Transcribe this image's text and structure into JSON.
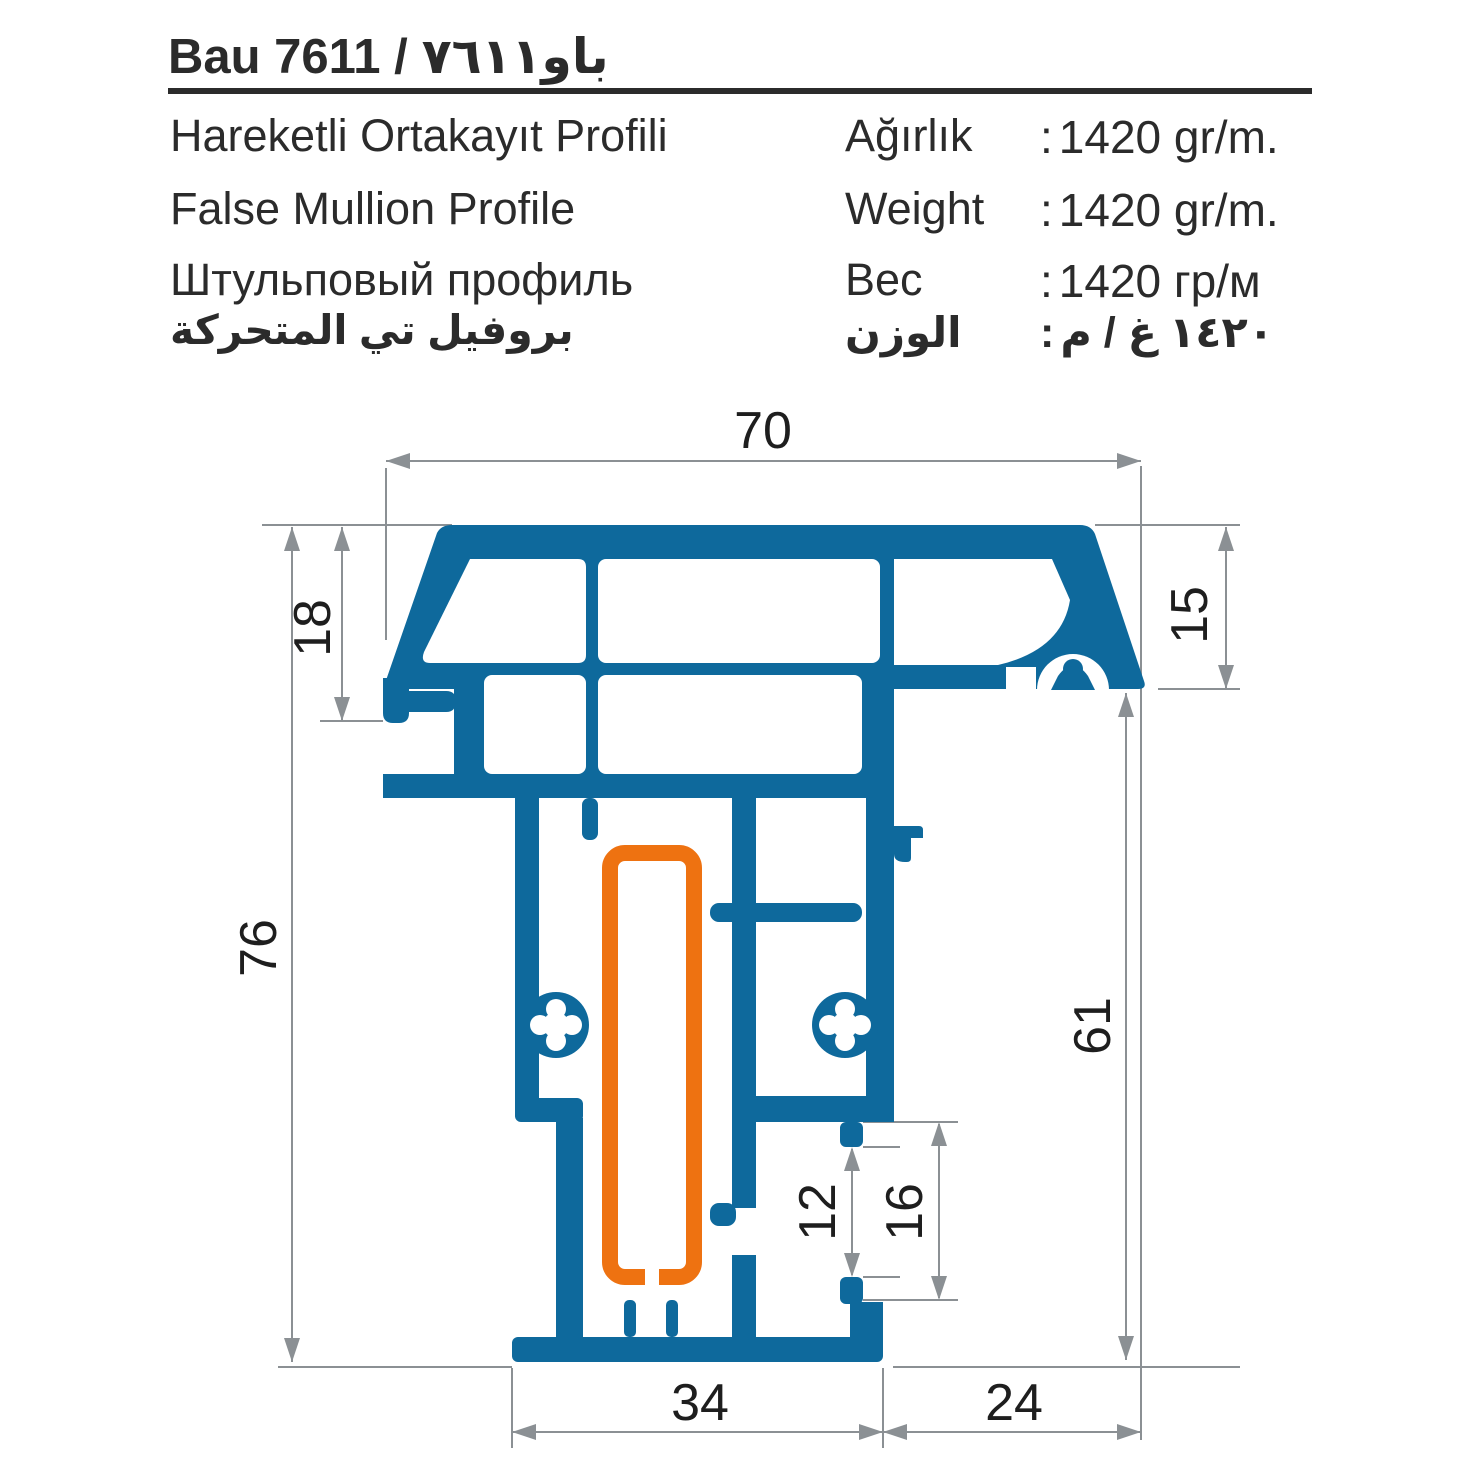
{
  "header": {
    "title": {
      "latin": "Bau 7611 /",
      "arabic": "باو٧٦١١"
    }
  },
  "product": {
    "names": [
      {
        "lang": "tr",
        "text": "Hareketli Ortakayıt Profili"
      },
      {
        "lang": "en",
        "text": "False Mullion Profile"
      },
      {
        "lang": "ru",
        "text": "Штульповый профиль"
      },
      {
        "lang": "ar",
        "text": "بروفيل تي المتحركة"
      }
    ]
  },
  "specs": {
    "separator": ":",
    "rows": [
      {
        "label": "Ağırlık",
        "value": "1420 gr/m."
      },
      {
        "label": "Weight",
        "value": "1420 gr/m."
      },
      {
        "label": "Вес",
        "value": "1420 гр/м"
      },
      {
        "label": "الوزن",
        "value": "١٤٢٠ غ / م"
      }
    ]
  },
  "drawing": {
    "dimensions_mm": {
      "overall_width": "70",
      "head_height_left": "18",
      "head_height_right": "15",
      "overall_height_left": "76",
      "body_height_right": "61",
      "groove_opening": "12",
      "groove_width": "16",
      "foot_width": "34",
      "right_offset": "24"
    },
    "colors": {
      "profile": "#0e699c",
      "reinforcement": "#ee7211",
      "dimension_lines": "#8b9094"
    }
  }
}
